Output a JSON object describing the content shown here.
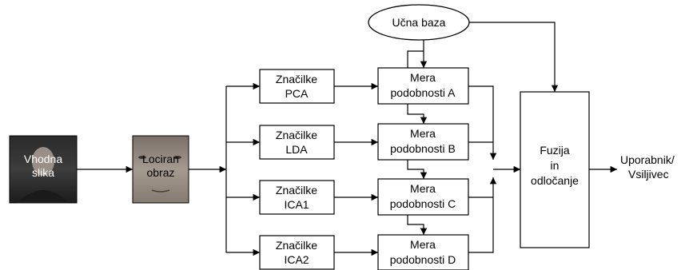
{
  "diagram": {
    "training_db": "Učna baza",
    "input_image": [
      "Vhodna",
      "slika"
    ],
    "located_face": [
      "Lociran",
      "obraz"
    ],
    "features": [
      [
        "Značilke",
        "PCA"
      ],
      [
        "Značilke",
        "LDA"
      ],
      [
        "Značilke",
        "ICA1"
      ],
      [
        "Značilke",
        "ICA2"
      ]
    ],
    "similarity": [
      [
        "Mera",
        "podobnosti A"
      ],
      [
        "Mera",
        "podobnosti B"
      ],
      [
        "Mera",
        "podobnosti C"
      ],
      [
        "Mera",
        "podobnosti D"
      ]
    ],
    "fusion": [
      "Fuzija",
      "in",
      "odločanje"
    ],
    "output": [
      "Uporabnik/",
      "Vsiljivec"
    ]
  }
}
